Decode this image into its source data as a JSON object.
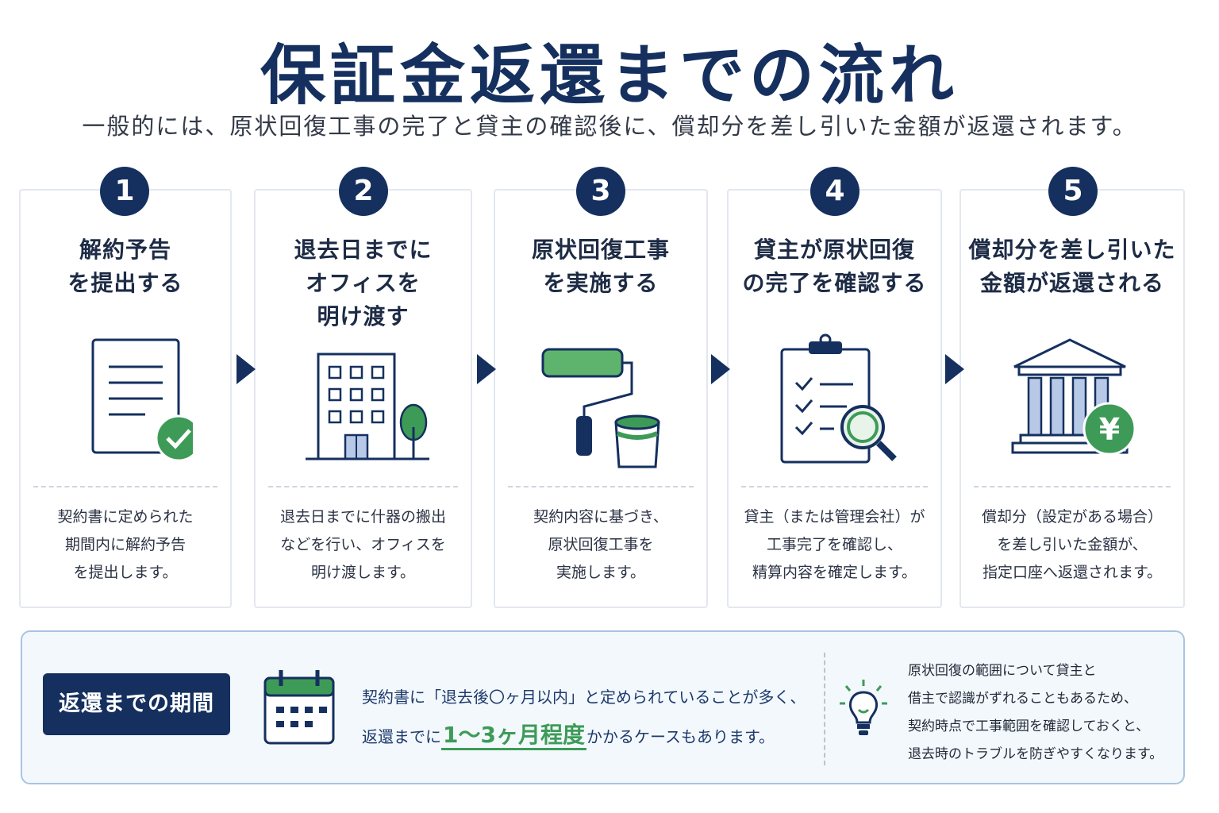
{
  "title": "保証金返還までの流れ",
  "subtitle": "一般的には、原状回復工事の完了と貸主の確認後に、償却分を差し引いた金額が返還されます。",
  "steps": [
    {
      "number": "1",
      "title": "解約予告\nを提出する",
      "icon": "document-check-icon",
      "description": "契約書に定められた\n期間内に解約予告\nを提出します。"
    },
    {
      "number": "2",
      "title": "退去日までに\nオフィスを\n明け渡す",
      "icon": "office-building-icon",
      "description": "退去日までに什器の搬出\nなどを行い、オフィスを\n明け渡します。"
    },
    {
      "number": "3",
      "title": "原状回復工事\nを実施する",
      "icon": "paint-roller-icon",
      "description": "契約内容に基づき、\n原状回復工事を\n実施します。"
    },
    {
      "number": "4",
      "title": "貸主が原状回復\nの完了を確認する",
      "icon": "clipboard-checklist-icon",
      "description": "貸主（または管理会社）が\n工事完了を確認し、\n精算内容を確定します。"
    },
    {
      "number": "5",
      "title": "償却分を差し引いた\n金額が返還される",
      "icon": "bank-yen-icon",
      "description": "償却分（設定がある場合）\nを差し引いた金額が、\n指定口座へ返還されます。"
    }
  ],
  "period": {
    "label": "返還までの期間",
    "line1": "契約書に「退去後〇ヶ月以内」と定められていることが多く、",
    "line2_before": "返還までに",
    "line2_highlight": "1〜3ヶ月程度",
    "line2_after": "かかるケースもあります。"
  },
  "tip": {
    "text": "原状回復の範囲について貸主と\n借主で認識がずれることもあるため、\n契約時点で工事範囲を確認しておくと、\n退去時のトラブルを防ぎやすくなります。"
  },
  "colors": {
    "navy": "#15305f",
    "green": "#3d9b57",
    "light_blue": "#f3f8fd",
    "border": "#a9c3e4"
  }
}
